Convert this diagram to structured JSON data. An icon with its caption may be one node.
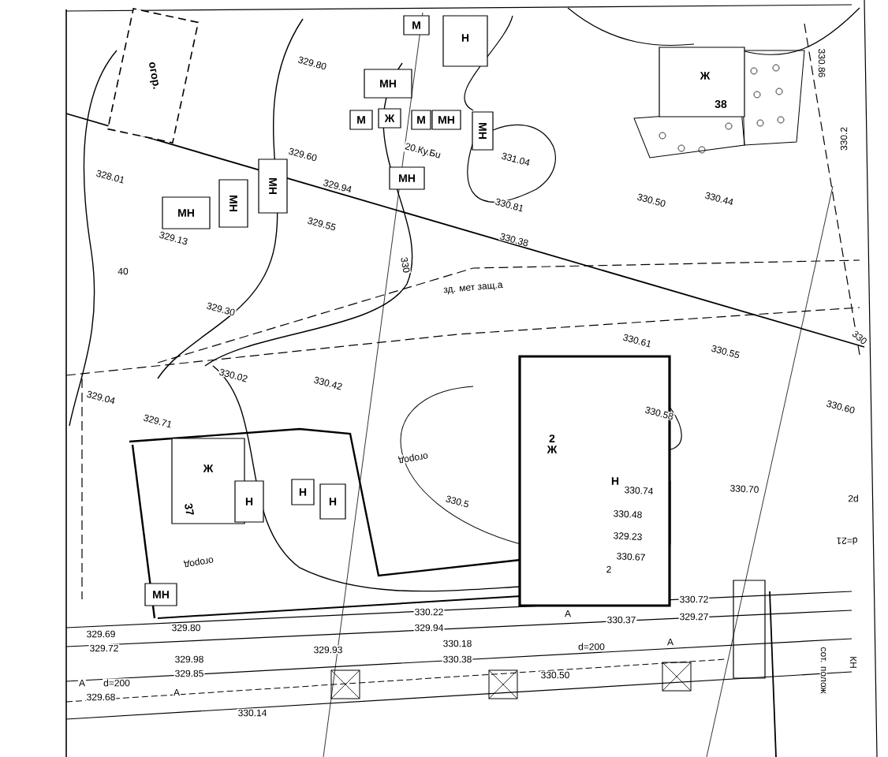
{
  "diagram": {
    "nodes": [
      {
        "text": [
          "огор."
        ]
      },
      {
        "text": [
          "М"
        ]
      },
      {
        "text": [
          "МН"
        ]
      },
      {
        "text": [
          "Н"
        ]
      },
      {
        "text": [
          "М"
        ]
      },
      {
        "text": [
          "Ж"
        ]
      },
      {
        "text": [
          "М"
        ]
      },
      {
        "text": [
          "МН"
        ]
      },
      {
        "text": [
          "МН"
        ]
      },
      {
        "text": [
          "МН"
        ]
      },
      {
        "text": [
          "МН"
        ]
      },
      {
        "text": [
          "МН"
        ]
      },
      {
        "text": [
          "МН"
        ]
      },
      {
        "text": [
          "Ж",
          "38"
        ]
      },
      {
        "text": [
          "2",
          "Ж",
          "Н"
        ]
      },
      {
        "text": [
          "Ж",
          "37"
        ]
      },
      {
        "text": [
          "Н"
        ]
      },
      {
        "text": [
          "Н"
        ]
      },
      {
        "text": [
          "Н"
        ]
      },
      {
        "text": [
          "МН"
        ]
      }
    ],
    "labels": [
      "329.80",
      "329.60",
      "329.94",
      "329.55",
      "328.01",
      "329.13",
      "40",
      "329.30",
      "20.Ку.Бu",
      "331.04",
      "330.81",
      "330.50",
      "330.44",
      "330.38",
      "зд. мет защ.а",
      "330",
      "330.55",
      "330.61",
      "330.58",
      "330.60",
      "330",
      "330.86",
      "330.2",
      "329.04",
      "330.02",
      "330.42",
      "329.71",
      "огород",
      "огород",
      "330.5",
      "330.74",
      "330.70",
      "330.48",
      "329.23",
      "330.67",
      "2d",
      "d=21",
      "329.80",
      "329.69",
      "329.72",
      "329.98",
      "329.85",
      "А",
      "d=200",
      "329.68",
      "А",
      "330.14",
      "330.22",
      "329.94",
      "329.93",
      "330.18",
      "330.38",
      "330.50",
      "А",
      "330.37",
      "330.72",
      "329.27",
      "А",
      "d=200",
      "КН",
      "сот. полож",
      "2"
    ]
  }
}
